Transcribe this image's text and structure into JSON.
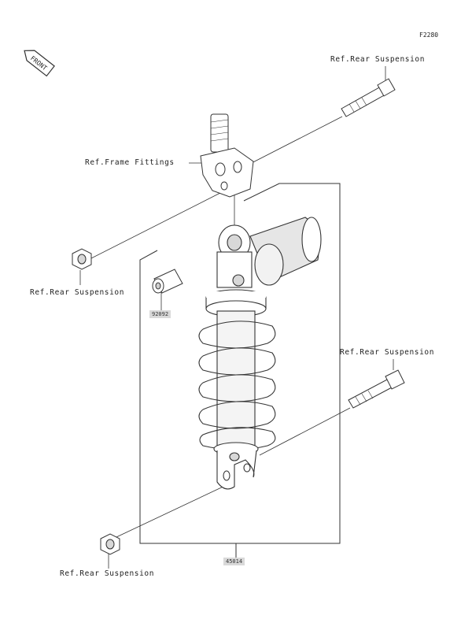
{
  "figure_code": "F2280",
  "front_badge": "FRONT",
  "labels": {
    "rear_suspension_top": "Ref.Rear Suspension",
    "frame_fittings": "Ref.Frame Fittings",
    "rear_suspension_left": "Ref.Rear Suspension",
    "rear_suspension_right": "Ref.Rear Suspension",
    "rear_suspension_bottom": "Ref.Rear Suspension"
  },
  "parts": {
    "collar": "92092",
    "shock_absorber": "45014"
  },
  "colors": {
    "line": "#333333",
    "shade": "#cfcfcf",
    "tag": "#d9d9d9"
  }
}
